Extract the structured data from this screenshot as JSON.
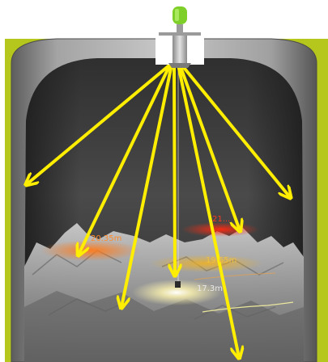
{
  "scene": {
    "colors": {
      "background_green": "#b5c71c",
      "silo_wall": "#8e8e8e",
      "silo_interior": "#3a3a3a",
      "pile": "#a9a9a9",
      "beam": "#ffee00",
      "sensor_cap": "#7fcf2a",
      "hot_red": "#ff2a10",
      "hot_orange": "#ff7a1a",
      "light_yellow": "#fff5b0"
    },
    "readings": [
      {
        "id": "reading-left",
        "text": "20.35m"
      },
      {
        "id": "reading-center-right",
        "text": "19.65m"
      },
      {
        "id": "reading-bottom-center",
        "text": "17.3m"
      },
      {
        "id": "reading-top-right",
        "text": "21..."
      }
    ]
  }
}
